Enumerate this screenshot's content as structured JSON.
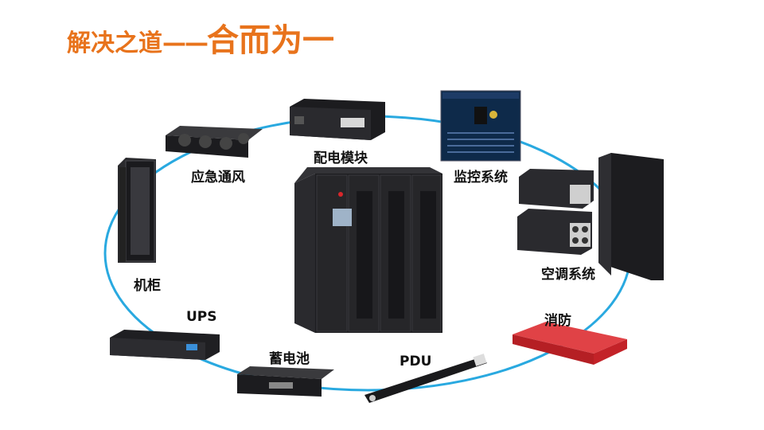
{
  "title": {
    "part1": "解决之道",
    "dash": "——",
    "part2": "合而为一"
  },
  "components": {
    "power_module": "配电模块",
    "emergency_ventilation": "应急通风",
    "monitoring_system": "监控系统",
    "cabinet": "机柜",
    "air_conditioning": "空调系统",
    "ups": "UPS",
    "battery": "蓄电池",
    "pdu": "PDU",
    "fire_protection": "消防"
  },
  "colors": {
    "title": "#e8731c",
    "ring": "#29a9e0",
    "equipment": "#1f1f22",
    "fire_unit": "#d8262b"
  }
}
